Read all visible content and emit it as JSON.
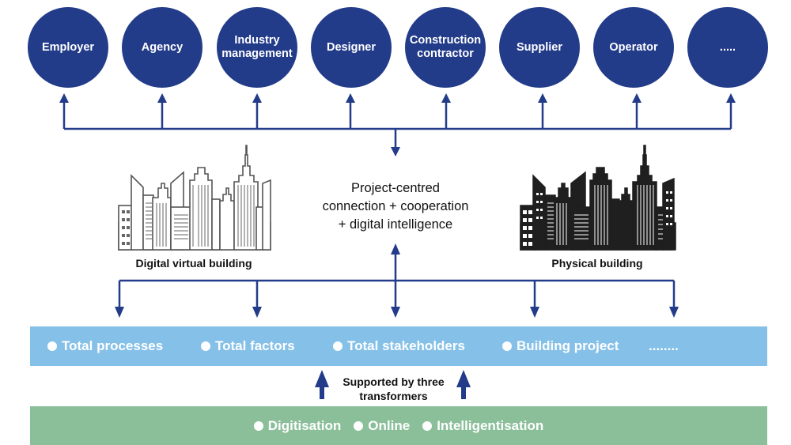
{
  "stakeholders": [
    {
      "label": "Employer"
    },
    {
      "label": "Agency"
    },
    {
      "label": "Industry management"
    },
    {
      "label": "Designer"
    },
    {
      "label": "Construction contractor"
    },
    {
      "label": "Supplier"
    },
    {
      "label": "Operator"
    },
    {
      "label": "....."
    }
  ],
  "center": {
    "line1": "Project-centred",
    "line2": "connection + cooperation",
    "line3": "+ digital intelligence"
  },
  "buildings": {
    "digital": "Digital virtual building",
    "physical": "Physical building"
  },
  "scope_band": {
    "items": [
      "Total processes",
      "Total factors",
      "Total stakeholders",
      "Building project"
    ],
    "trailing": "........"
  },
  "support": {
    "line1": "Supported by three",
    "line2": "transformers"
  },
  "transformers": {
    "items": [
      "Digitisation",
      "Online",
      "Intelligentisation"
    ]
  },
  "colors": {
    "navy": "#233c8a",
    "blue_band": "#85c0e8",
    "green_band": "#8bbf9a"
  }
}
